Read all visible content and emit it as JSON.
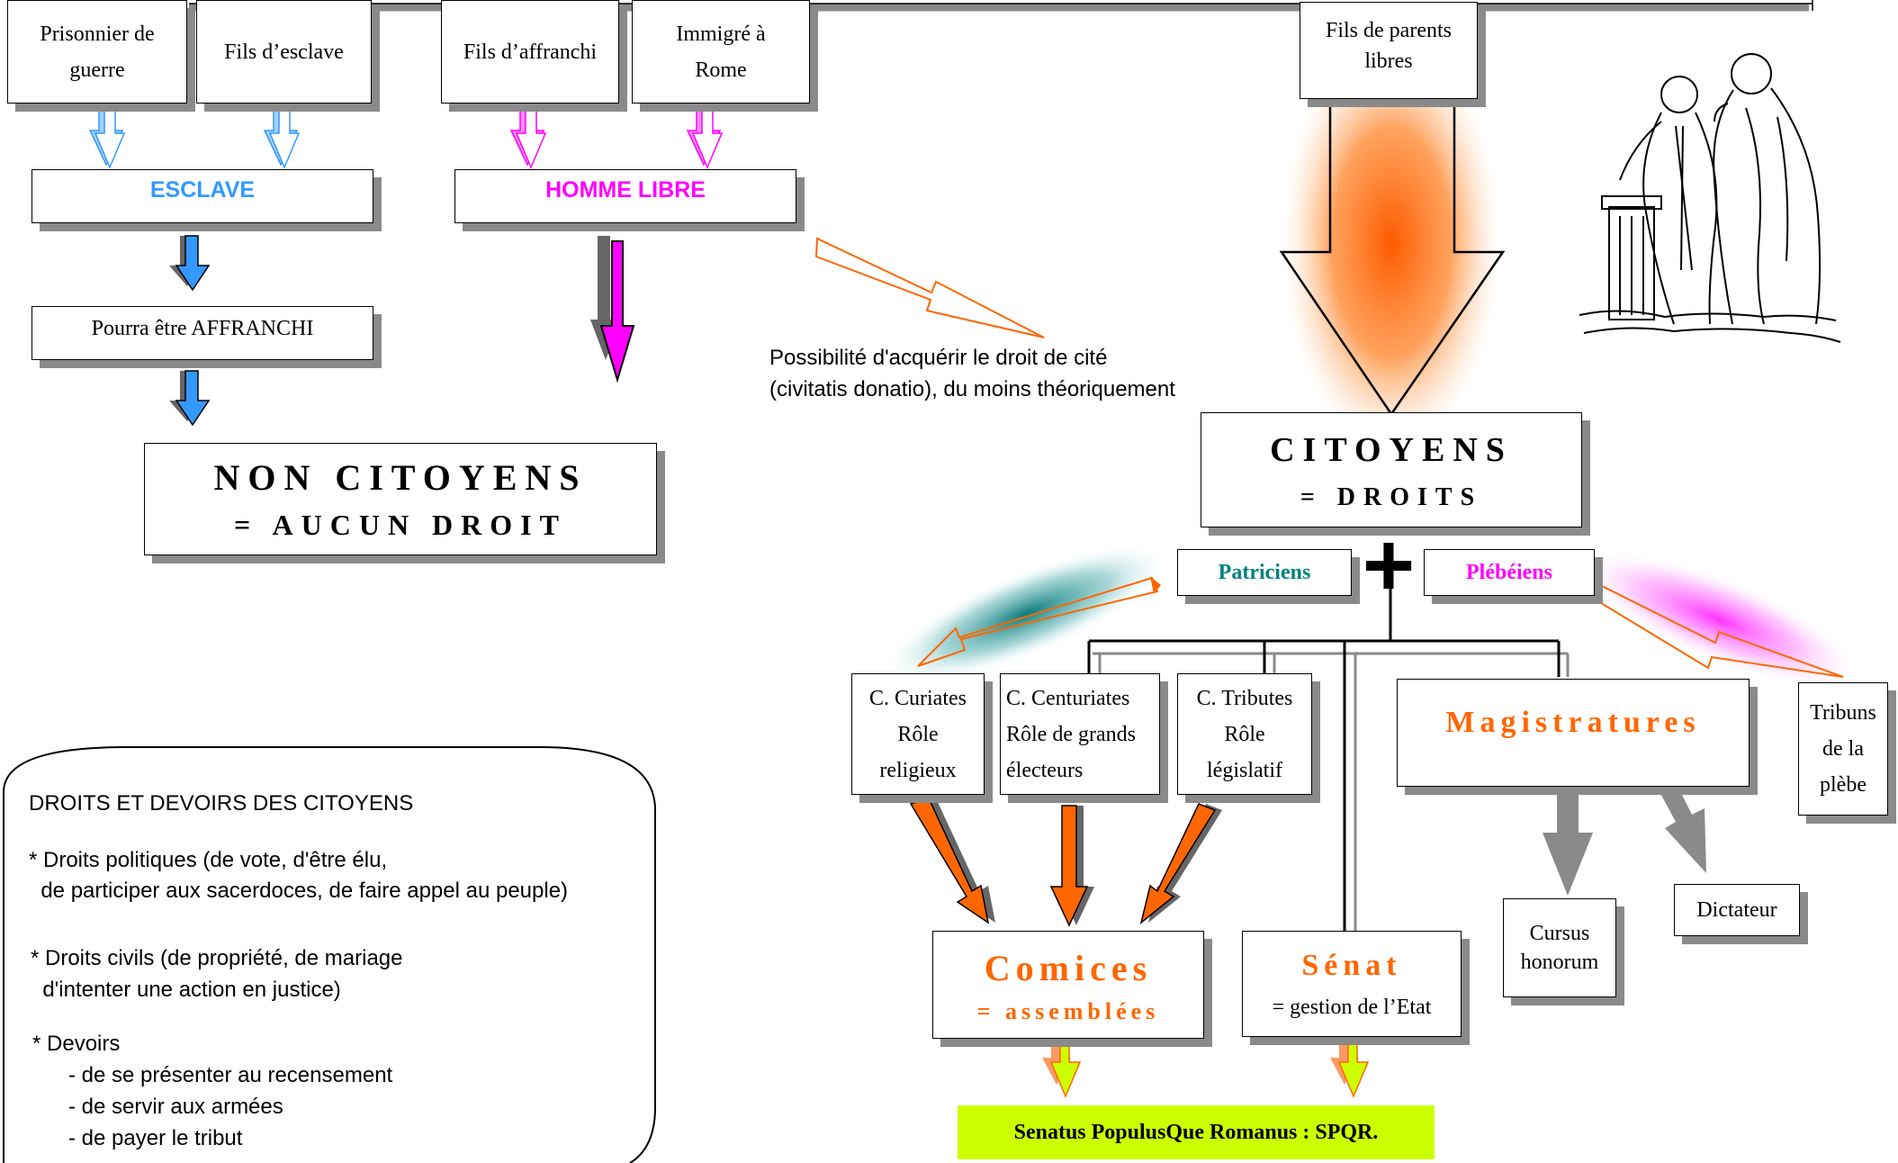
{
  "top_boxes": {
    "prisonnier": [
      "Prisonnier de",
      "guerre"
    ],
    "fils_esclave": "Fils d’esclave",
    "fils_affranchi": "Fils d’affranchi",
    "immigre": [
      "Immigré à",
      "Rome"
    ],
    "fils_parents_libres": [
      "Fils de parents",
      "libres"
    ]
  },
  "esclave": "ESCLAVE",
  "homme_libre": "HOMME LIBRE",
  "affranchi": "Pourra être AFFRANCHI",
  "non_citoyens": {
    "title": "NON CITOYENS",
    "subtitle": "= AUCUN DROIT"
  },
  "cite_note": [
    "Possibilité d'acquérir le droit de cité",
    "(civitatis donatio), du moins théoriquement"
  ],
  "citoyens": {
    "title": "CITOYENS",
    "subtitle": "= DROITS"
  },
  "patriciens": "Patriciens",
  "plebeiens": "Plébéiens",
  "plus_sign": "+",
  "curiates": [
    "C. Curiates",
    "Rôle",
    "religieux"
  ],
  "centuriates": [
    "C. Centuriates",
    "Rôle de grands",
    "électeurs"
  ],
  "tributes": [
    "C. Tributes",
    "Rôle",
    "législatif"
  ],
  "magistratures": "Magistratures",
  "tribuns": [
    "Tribuns",
    "de la",
    "plèbe"
  ],
  "cursus": [
    "Cursus",
    "honorum"
  ],
  "dictateur": "Dictateur",
  "comices": {
    "title": "Comices",
    "subtitle": "= assemblées"
  },
  "senat": {
    "title": "Sénat",
    "subtitle": "= gestion de l’Etat"
  },
  "spqr": "Senatus PopulusQue Romanus : SPQR.",
  "droits_devoirs": {
    "title": "DROITS ET DEVOIRS DES CITOYENS",
    "lines": [
      "* Droits politiques (de vote, d'être élu,",
      "  de participer aux sacerdoces, de faire appel au peuple)",
      "* Droits civils (de propriété, de mariage",
      "  d'intenter une action en justice)",
      "* Devoirs",
      "      - de se présenter au recensement",
      "      - de servir aux armées",
      "      - de payer le tribut"
    ]
  },
  "colors": {
    "esclave_blue": "#3399ff",
    "libre_magenta": "#ff00ff",
    "orange": "#ff6600",
    "teal": "#008080",
    "spqr_green": "#ccff00",
    "shadow_gray": "#8a8a8a"
  },
  "illustration": "two-romans-in-toga-drawing"
}
